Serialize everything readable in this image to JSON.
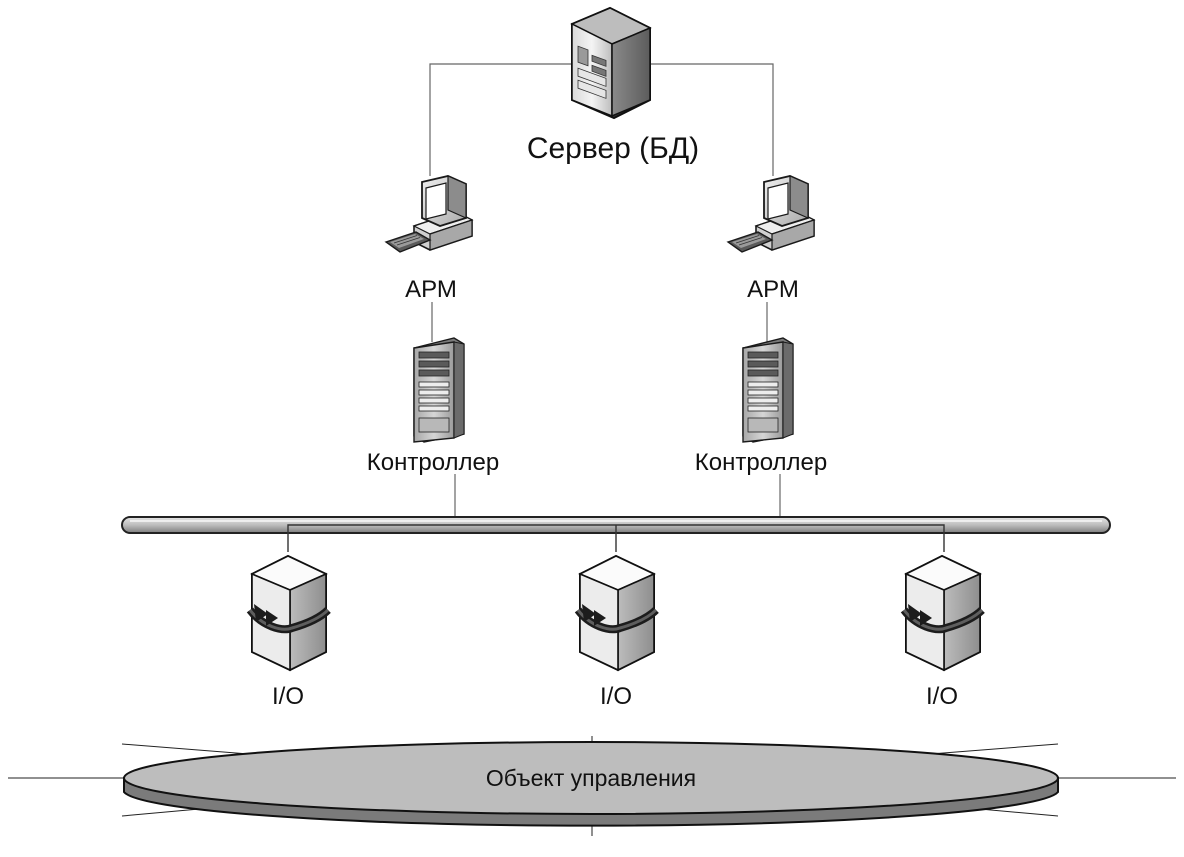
{
  "server": {
    "label": "Сервер (БД)",
    "icon": "db-server-icon"
  },
  "workstations": [
    {
      "label": "АРМ",
      "icon": "workstation-icon"
    },
    {
      "label": "АРМ",
      "icon": "workstation-icon"
    }
  ],
  "controllers": [
    {
      "label": "Контроллер",
      "icon": "controller-icon"
    },
    {
      "label": "Контроллер",
      "icon": "controller-icon"
    }
  ],
  "bus": {
    "icon": "network-bus-icon"
  },
  "io_modules": [
    {
      "label": "I/O",
      "icon": "io-module-icon"
    },
    {
      "label": "I/O",
      "icon": "io-module-icon"
    },
    {
      "label": "I/O",
      "icon": "io-module-icon"
    }
  ],
  "control_object": {
    "label": "Объект управления"
  }
}
